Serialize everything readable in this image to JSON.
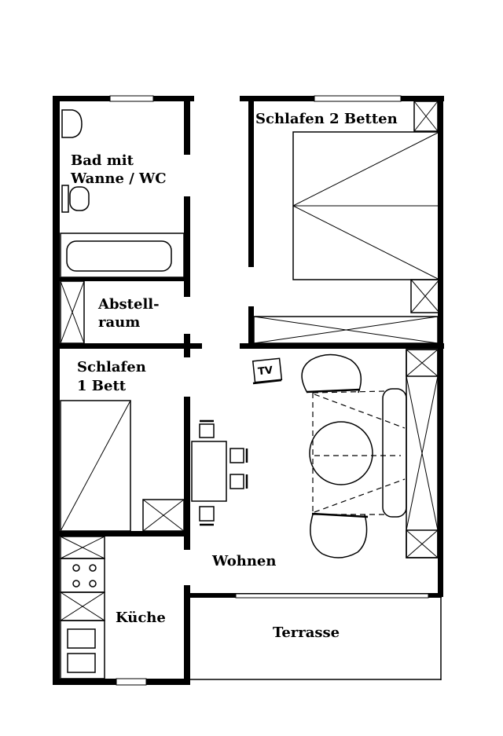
{
  "plan": {
    "rooms": {
      "bath_line1": "Bad mit",
      "bath_line2": "Wanne / WC",
      "storage_line1": "Abstell-",
      "storage_line2": "raum",
      "bedroom2": "Schlafen 2 Betten",
      "bedroom1_line1": "Schlafen",
      "bedroom1_line2": "1 Bett",
      "living": "Wohnen",
      "kitchen": "Küche",
      "terrace": "Terrasse"
    },
    "tv": "TV"
  }
}
